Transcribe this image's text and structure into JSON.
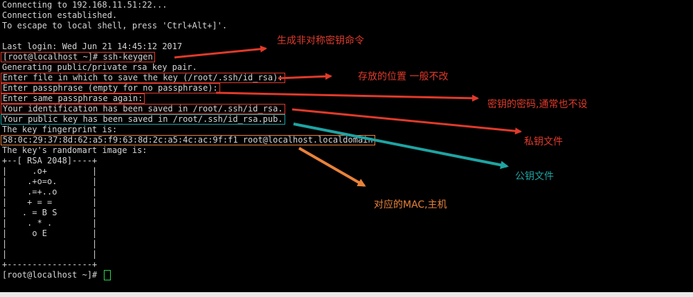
{
  "terminal": {
    "lines": [
      "Connecting to 192.168.11.51:22...",
      "Connection established.",
      "To escape to local shell, press 'Ctrl+Alt+]'.",
      "",
      "Last login: Wed Jun 21 14:45:12 2017",
      "[root@localhost ~]# ssh-keygen",
      "Generating public/private rsa key pair.",
      "Enter file in which to save the key (/root/.ssh/id_rsa):",
      "Enter passphrase (empty for no passphrase):",
      "Enter same passphrase again:",
      "Your identification has been saved in /root/.ssh/id_rsa.",
      "Your public key has been saved in /root/.ssh/id_rsa.pub.",
      "The key fingerprint is:",
      "58:0c:29:37:8d:62:a5:f9:63:8d:2c:a5:4c:ac:9f:f1 root@localhost.localdomain",
      "The key's randomart image is:",
      "+--[ RSA 2048]----+",
      "|     .o+         |",
      "|    .+o=o.       |",
      "|    .=+..o       |",
      "|    + = =        |",
      "|   . = B S       |",
      "|    . * .        |",
      "|     o E         |",
      "|                 |",
      "|                 |",
      "+-----------------+",
      "[root@localhost ~]# "
    ]
  },
  "annotations": {
    "keygen_cmd": "生成非对称密钥命令",
    "save_location": "存放的位置 一般不改",
    "passphrase": "密钥的密码,通常也不设",
    "private_key": "私钥文件",
    "public_key": "公钥文件",
    "mac_host": "对应的MAC,主机"
  },
  "colors": {
    "background": "#000000",
    "text": "#d4d4d4",
    "red_annotation": "#e03a2a",
    "teal_annotation": "#1ea4a2",
    "orange_annotation": "#e8823a",
    "cursor": "#27d64a"
  }
}
